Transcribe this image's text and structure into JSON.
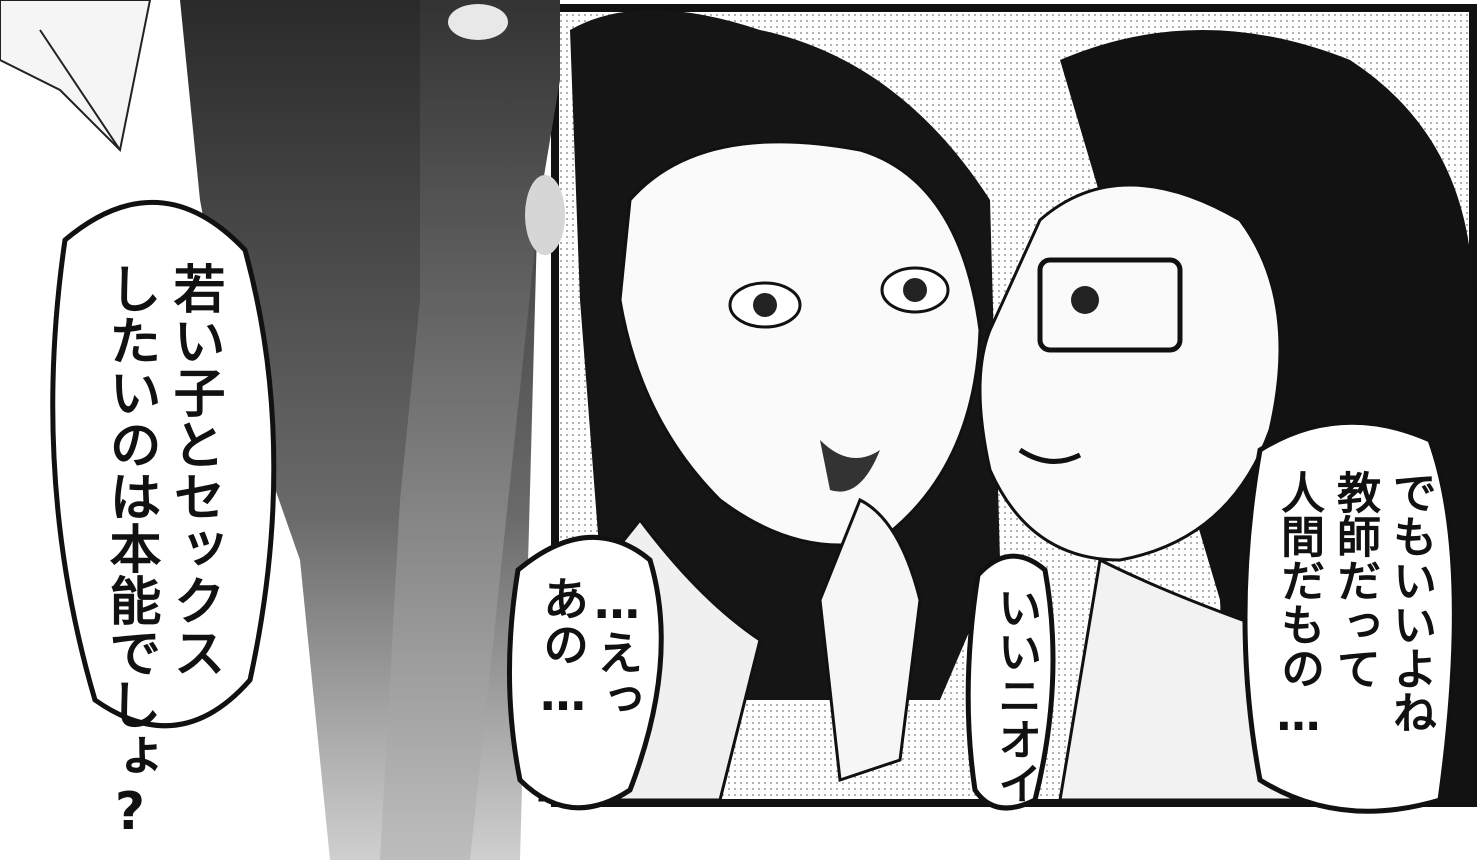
{
  "panel": {
    "description_hidden": "",
    "bubbles": {
      "left": {
        "line1": "若い子とセックス",
        "line2": "したいのは本能でしょ?"
      },
      "center": {
        "line1": "…えっ",
        "line2": "あの…"
      },
      "small": {
        "line1": "いいニオイ"
      },
      "right": {
        "line1": "でもいいよね",
        "line2": "教師だって",
        "line3": "人間だもの…"
      }
    }
  },
  "colors": {
    "ink": "#111111",
    "paper": "#ffffff",
    "screentone": "#b8b8b8"
  }
}
